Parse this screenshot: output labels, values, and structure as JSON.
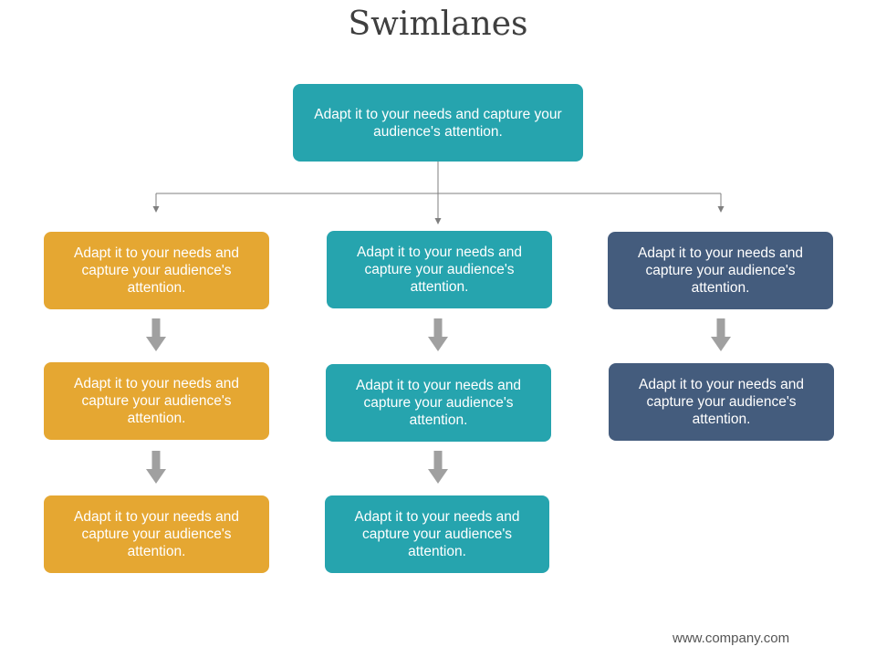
{
  "title": "Swimlanes",
  "root": {
    "text": "Adapt it to your needs and capture your audience's attention."
  },
  "lanes": [
    {
      "color": "#e5a732",
      "boxes": [
        "Adapt it to your needs and capture your audience's attention.",
        "Adapt it to your needs and capture your audience's attention.",
        "Adapt it to your needs and capture your audience's attention."
      ]
    },
    {
      "color": "#26a4ae",
      "boxes": [
        "Adapt it to your needs and capture your audience's attention.",
        "Adapt it to your needs and capture your audience's attention.",
        "Adapt it to your needs and capture your audience's attention."
      ]
    },
    {
      "color": "#445c7d",
      "boxes": [
        "Adapt it to your needs and capture your audience's attention.",
        "Adapt it to your needs and capture your audience's attention."
      ]
    }
  ],
  "footer": "www.company.com",
  "colors": {
    "teal": "#26a4ae",
    "orange": "#e5a732",
    "navy": "#445c7d",
    "arrow": "#a0a0a0",
    "connector": "#7f7f7f"
  }
}
